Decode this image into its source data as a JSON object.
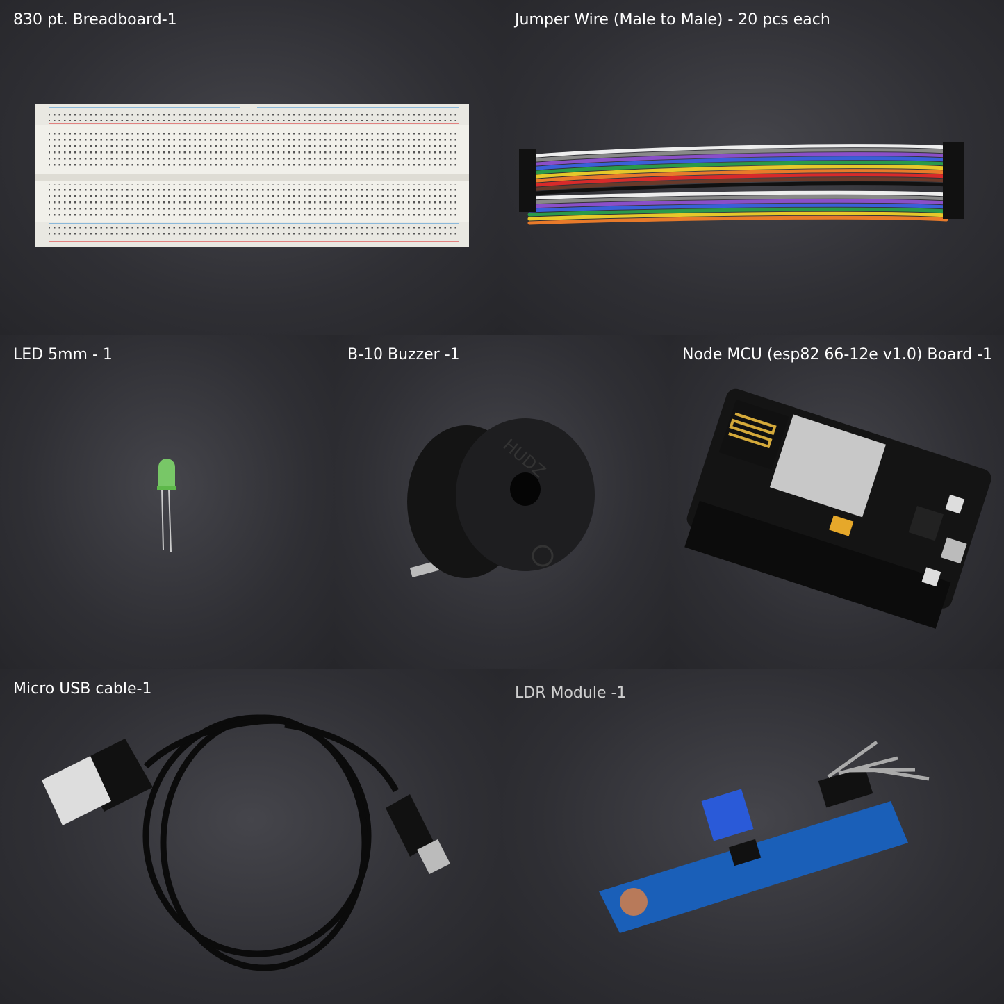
{
  "items": [
    {
      "caption": "830 pt. Breadboard-1",
      "icon": "breadboard"
    },
    {
      "caption": "Jumper Wire (Male to Male) - 20 pcs each",
      "icon": "jumper-wires"
    },
    {
      "caption": "LED 5mm - 1",
      "icon": "led"
    },
    {
      "caption": "B-10 Buzzer -1",
      "icon": "buzzer",
      "buzzer_brand": "HUDZ"
    },
    {
      "caption": "Node MCU (esp82 66-12e v1.0) Board -1",
      "icon": "nodemcu"
    },
    {
      "caption": "Micro USB cable-1",
      "icon": "usb-cable"
    },
    {
      "caption": "LDR Module -1",
      "icon": "ldr-module"
    }
  ]
}
